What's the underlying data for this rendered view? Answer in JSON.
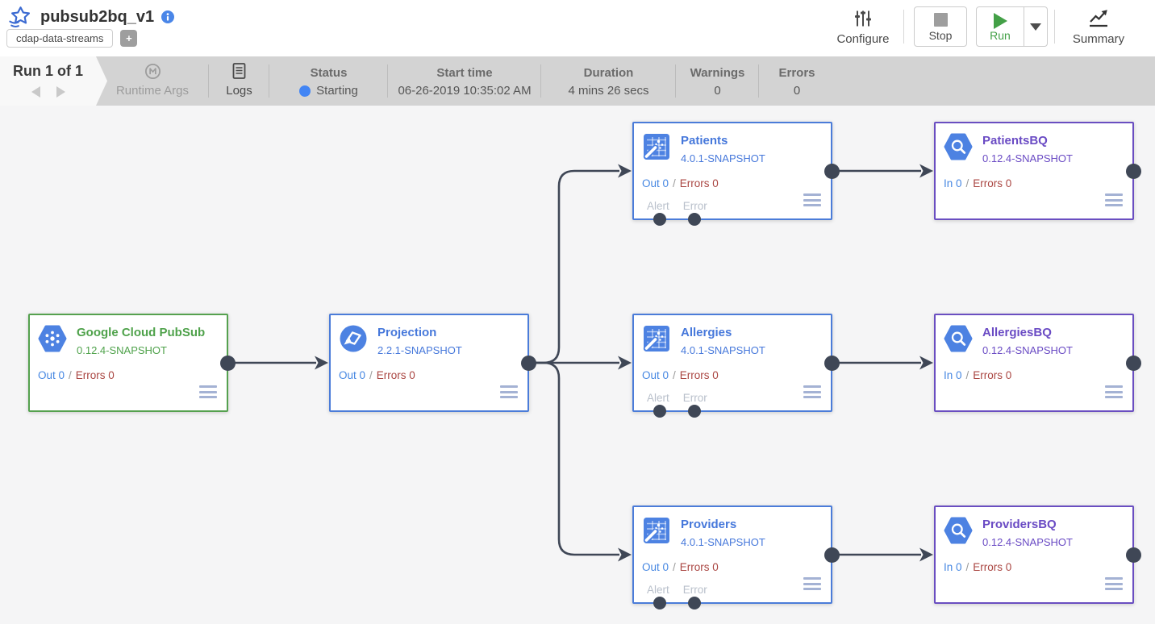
{
  "header": {
    "title": "pubsub2bq_v1",
    "namespace_tag": "cdap-data-streams",
    "add_tag_label": "+",
    "configure_label": "Configure",
    "stop_label": "Stop",
    "run_label": "Run",
    "summary_label": "Summary"
  },
  "run_bar": {
    "run_counter": "Run 1 of 1",
    "runtime_args_label": "Runtime Args",
    "logs_label": "Logs",
    "status_label": "Status",
    "status_value": "Starting",
    "start_time_label": "Start time",
    "start_time_value": "06-26-2019 10:35:02 AM",
    "duration_label": "Duration",
    "duration_value": "4 mins 26 secs",
    "warnings_label": "Warnings",
    "warnings_value": "0",
    "errors_label": "Errors",
    "errors_value": "0"
  },
  "metrics_separator": "/",
  "nodes": [
    {
      "title": "Google Cloud PubSub",
      "version": "0.12.4-SNAPSHOT",
      "metric_primary": "Out 0",
      "metric_errors": "Errors 0",
      "type": "source",
      "icon": "pubsub-hexagon-dots-icon"
    },
    {
      "title": "Projection",
      "version": "2.2.1-SNAPSHOT",
      "metric_primary": "Out 0",
      "metric_errors": "Errors 0",
      "type": "transform",
      "icon": "projection-circle-icon"
    },
    {
      "title": "Patients",
      "version": "4.0.1-SNAPSHOT",
      "metric_primary": "Out 0",
      "metric_errors": "Errors 0",
      "alert_label": "Alert",
      "error_label": "Error",
      "type": "transform",
      "icon": "wrangler-wand-grid-icon"
    },
    {
      "title": "PatientsBQ",
      "version": "0.12.4-SNAPSHOT",
      "metric_primary": "In 0",
      "metric_errors": "Errors 0",
      "type": "sink",
      "icon": "bigquery-hexagon-magnifier-icon"
    },
    {
      "title": "Allergies",
      "version": "4.0.1-SNAPSHOT",
      "metric_primary": "Out 0",
      "metric_errors": "Errors 0",
      "alert_label": "Alert",
      "error_label": "Error",
      "type": "transform",
      "icon": "wrangler-wand-grid-icon"
    },
    {
      "title": "AllergiesBQ",
      "version": "0.12.4-SNAPSHOT",
      "metric_primary": "In 0",
      "metric_errors": "Errors 0",
      "type": "sink",
      "icon": "bigquery-hexagon-magnifier-icon"
    },
    {
      "title": "Providers",
      "version": "4.0.1-SNAPSHOT",
      "metric_primary": "Out 0",
      "metric_errors": "Errors 0",
      "alert_label": "Alert",
      "error_label": "Error",
      "type": "transform",
      "icon": "wrangler-wand-grid-icon"
    },
    {
      "title": "ProvidersBQ",
      "version": "0.12.4-SNAPSHOT",
      "metric_primary": "In 0",
      "metric_errors": "Errors 0",
      "type": "sink",
      "icon": "bigquery-hexagon-magnifier-icon"
    }
  ],
  "connections": [
    [
      "Google Cloud PubSub",
      "Projection"
    ],
    [
      "Projection",
      "Patients"
    ],
    [
      "Projection",
      "Allergies"
    ],
    [
      "Projection",
      "Providers"
    ],
    [
      "Patients",
      "PatientsBQ"
    ],
    [
      "Allergies",
      "AllergiesBQ"
    ],
    [
      "Providers",
      "ProvidersBQ"
    ]
  ],
  "icons": {
    "logo": "shooting-star-icon",
    "info": "info-circle-icon",
    "configure": "sliders-icon",
    "stop": "square-icon",
    "run": "play-icon",
    "run_more": "caret-down-icon",
    "summary": "line-chart-icon",
    "runtime_args": "macro-m-icon",
    "logs": "document-icon",
    "node_menu": "hamburger-icon"
  },
  "colors": {
    "source_accent": "#55a14f",
    "transform_accent": "#4b7cd9",
    "sink_accent": "#6a4ec1",
    "metric_in_out": "#4687e2",
    "metric_error": "#aa4642",
    "edge": "#3f4756",
    "status_dot": "#4285f4",
    "run_green": "#43a047",
    "icon_blue": "#4d82e2",
    "runbar_bg": "#d3d3d3",
    "canvas_bg": "#f5f5f6"
  }
}
